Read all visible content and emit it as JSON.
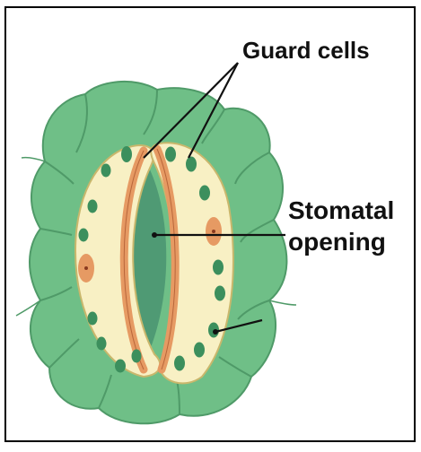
{
  "labels": {
    "guard_cells": "Guard cells",
    "stomatal_line1": "Stomatal",
    "stomatal_line2": "opening"
  },
  "colors": {
    "frame": "#000000",
    "epidermis_fill": "#6fbf87",
    "epidermis_stroke": "#4f9a68",
    "guard_cell_fill": "#f8f0c4",
    "guard_cell_stroke": "#c9b76c",
    "inner_wall": "#e69a63",
    "pore": "#4f9a74",
    "chloroplast": "#3c8f5d",
    "nucleus": "#e69a63",
    "pointer": "#111111"
  }
}
